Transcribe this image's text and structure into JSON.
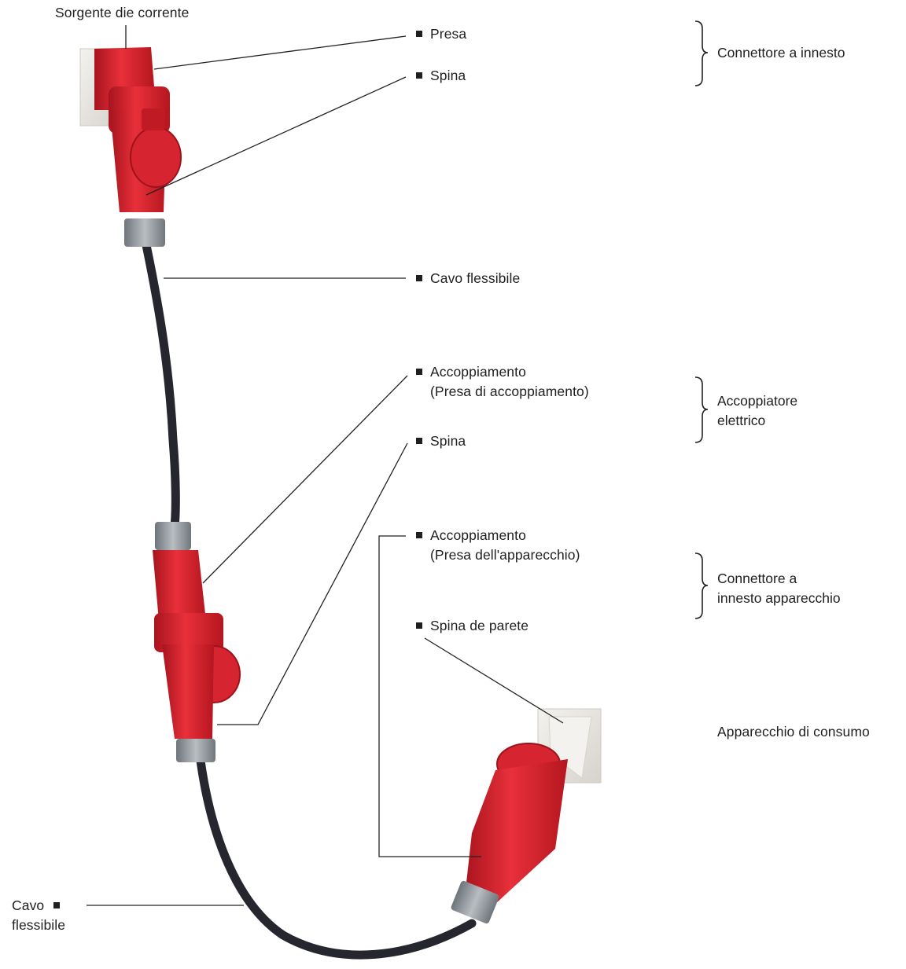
{
  "labels": {
    "source": "Sorgente die corrente",
    "presa": "Presa",
    "spina_top": "Spina",
    "cavo_top": "Cavo flessibile",
    "accoppiamento1_line1": "Accoppiamento",
    "accoppiamento1_line2": "(Presa di accoppiamento)",
    "spina_mid": "Spina",
    "accoppiamento2_line1": "Accoppiamento",
    "accoppiamento2_line2": "(Presa dell'apparecchio)",
    "spina_parete": "Spina de parete",
    "cavo_bottom_line1": "Cavo",
    "cavo_bottom_line2": "flessibile",
    "consumer": "Apparecchio di consumo"
  },
  "groups": {
    "connettore_innesto": "Connettore a innesto",
    "accoppiatore_line1": "Accoppiatore",
    "accoppiatore_line2": "elettrico",
    "connettore_app_line1": "Connettore a",
    "connettore_app_line2": "innesto apparecchio"
  },
  "colors": {
    "connector_red": "#d91e2a",
    "connector_dark_red": "#a8141e",
    "gland_gray": "#8e9499",
    "cable": "#26272e",
    "wall_plate": "#e9e7e2",
    "leader_line": "#222222"
  }
}
